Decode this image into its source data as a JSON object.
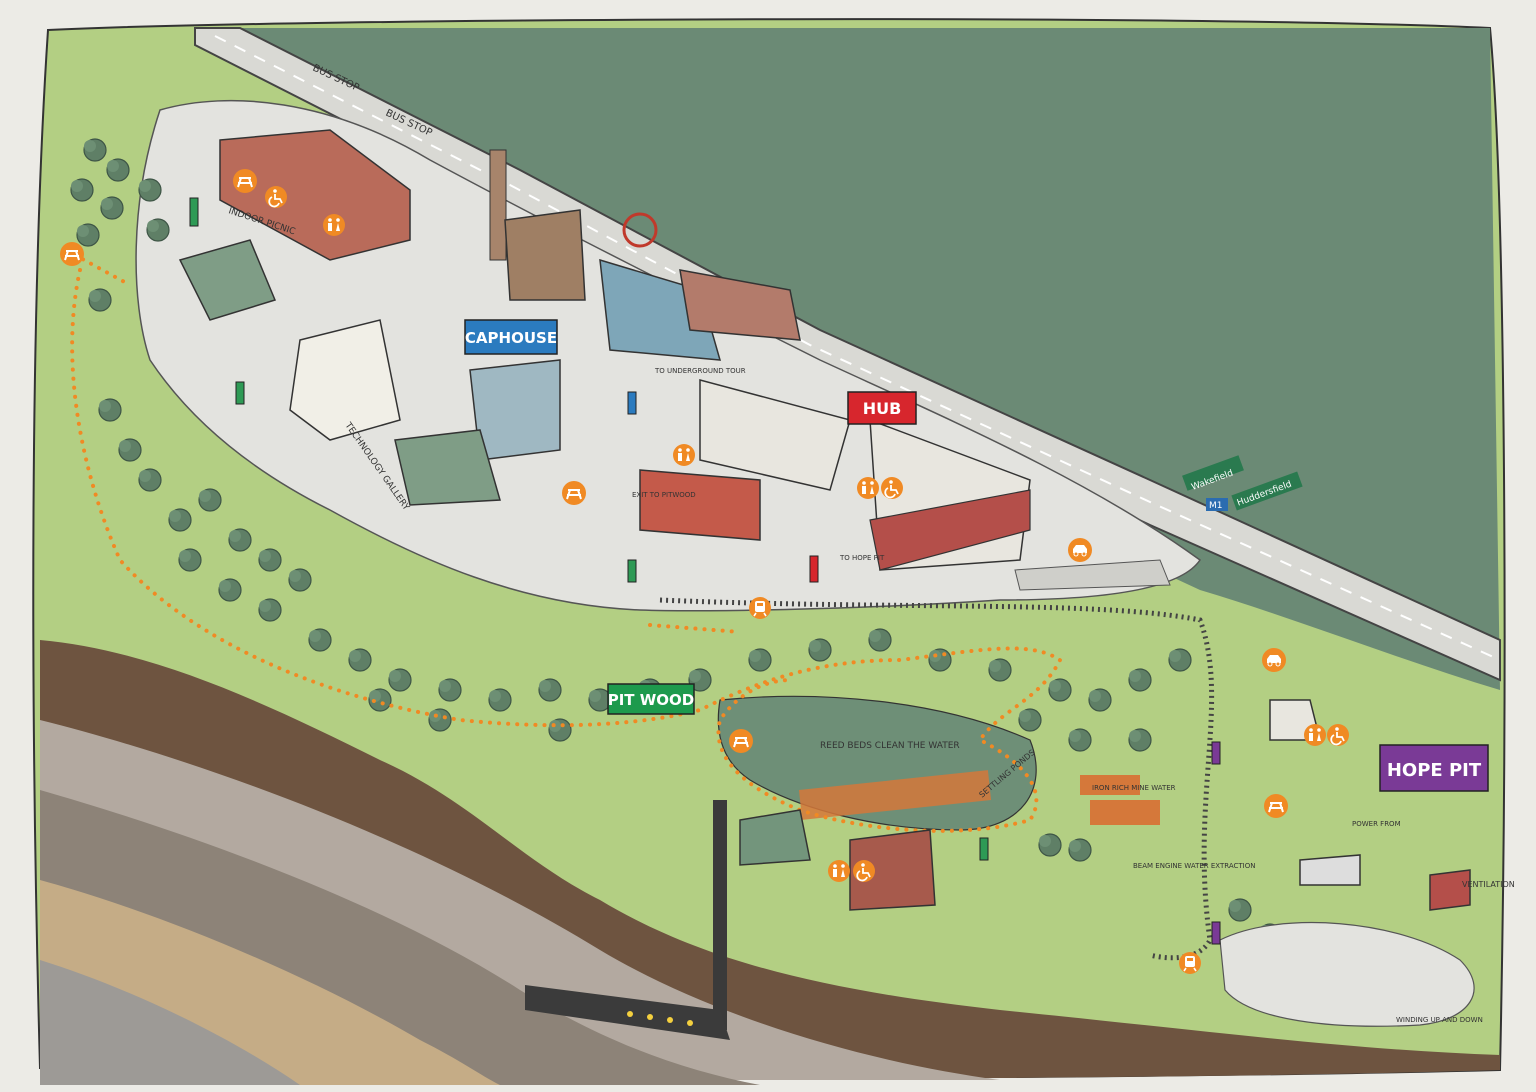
{
  "signs": {
    "caphouse": "CAPHOUSE",
    "hub": "HUB",
    "pitwood": "PIT WOOD",
    "hope_pit": "HOPE PIT"
  },
  "labels": {
    "bus_stop_1": "BUS STOP",
    "bus_stop_2": "BUS STOP",
    "indoor_picnic": "INDOOR PICNIC",
    "technology_gallery": "TECHNOLOGY GALLERY",
    "to_underground_tour": "TO UNDERGROUND TOUR",
    "exit_to_pitwood": "EXIT TO PITWOOD",
    "to_hope_pit": "TO HOPE PIT",
    "reed_beds": "REED BEDS CLEAN THE WATER",
    "settling_ponds": "SETTLING PONDS",
    "iron_rich_mine_water": "IRON RICH MINE WATER",
    "beam_engine": "BEAM ENGINE WATER EXTRACTION",
    "power_from": "POWER FROM",
    "ventilation": "VENTILATION",
    "winding": "WINDING UP AND DOWN",
    "wakefield": "Wakefield",
    "huddersfield": "Huddersfield",
    "road_number": "M1"
  },
  "colors": {
    "sign_blue": "#2b7bbf",
    "sign_red": "#d7262d",
    "sign_green": "#1d9a4d",
    "sign_purple": "#7a3a96",
    "icon_orange": "#f08a24",
    "grass": "#b3cf83",
    "forest": "#6b8a75",
    "soil": "#6e5440"
  },
  "icons": [
    "picnic-icon",
    "accessible-icon",
    "toilets-icon",
    "parking-icon",
    "train-icon"
  ]
}
